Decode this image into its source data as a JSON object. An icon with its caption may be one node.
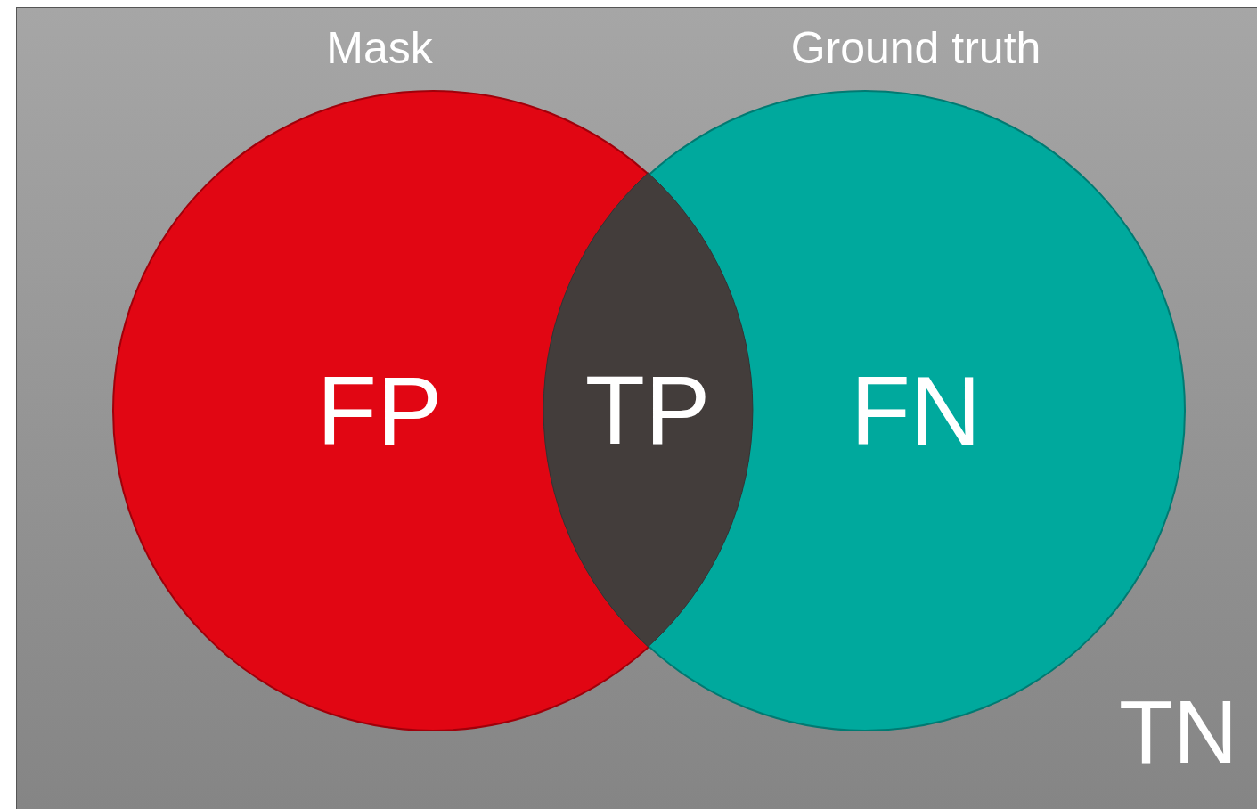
{
  "diagram": {
    "nodes": [
      {
        "text": [
          "TN"
        ]
      },
      {
        "text": [
          "Mask",
          "FP"
        ],
        "in": 0
      },
      {
        "text": [
          "Ground truth",
          "FN"
        ],
        "in": 0
      },
      {
        "text": [
          "TP"
        ]
      }
    ]
  }
}
